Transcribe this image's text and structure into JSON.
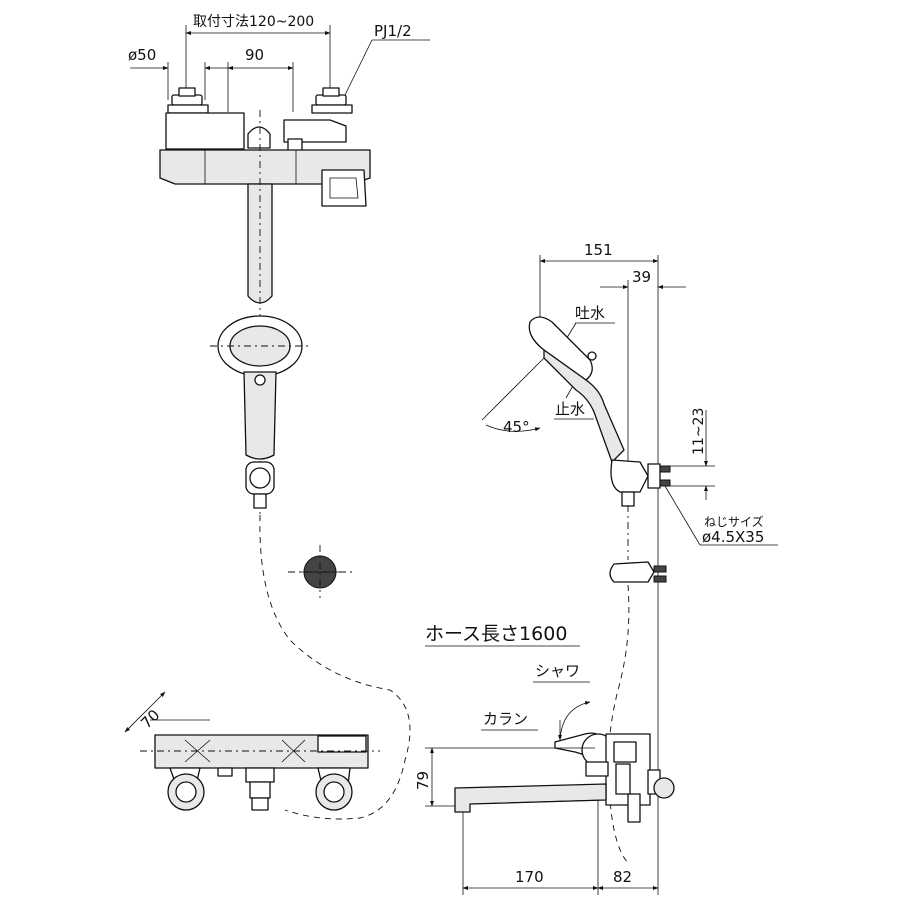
{
  "labels": {
    "mounting_pitch": "取付寸法120~200",
    "pipe_dia": "ø50",
    "center_pitch": "90",
    "thread": "PJ1/2",
    "overall_depth": "151",
    "bracket_depth": "39",
    "spout_label": "吐水",
    "stop_label": "止水",
    "angle": "45°",
    "bracket_height": "11~23",
    "screw_size_label": "ねじサイズ",
    "screw_size": "ø4.5X35",
    "hose_length": "ホース長さ1600",
    "shower": "シャワ",
    "tap": "カラン",
    "side_depth": "70",
    "spout_height": "79",
    "spout_length": "170",
    "body_depth": "82"
  }
}
